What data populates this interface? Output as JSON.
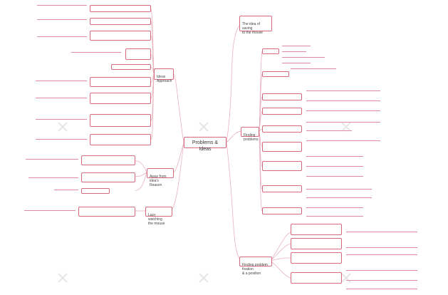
{
  "root": {
    "label": "Problems & Ideas"
  },
  "right_branches": {
    "top": "The idea of saving\nto the mouse",
    "finding": "Finding\nproblems",
    "making": "Finding problem fixation\n& a position"
  },
  "left_branches": {
    "ideas": "Ideas\nApproach",
    "away": "Away from\nidea's Reason",
    "lazy": "Lazy watching\nthe mouse"
  },
  "colors": {
    "line": "#d46a80",
    "text": "#555555",
    "watermark": "#cccccc"
  },
  "icons": {
    "watermark": "x-logo-icon"
  }
}
